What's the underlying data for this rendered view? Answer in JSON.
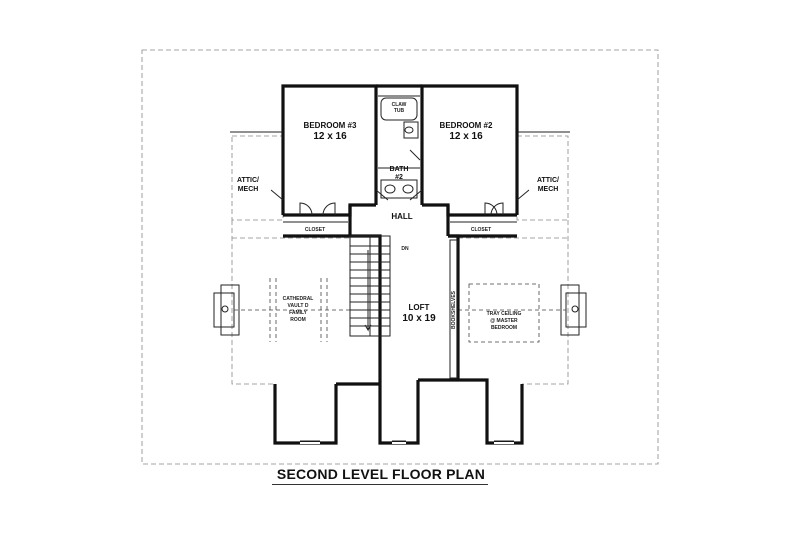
{
  "plan_title": "SECOND LEVEL FLOOR PLAN",
  "rooms": {
    "bedroom3": {
      "name": "BEDROOM #3",
      "size": "12 x 16"
    },
    "bedroom2": {
      "name": "BEDROOM #2",
      "size": "12 x 16"
    },
    "bath": {
      "name": "BATH",
      "number": "#2"
    },
    "loft": {
      "name": "LOFT",
      "size": "10 x 19"
    },
    "hall": {
      "name": "HALL"
    },
    "attic_left": {
      "line1": "ATTIC/",
      "line2": "MECH"
    },
    "attic_right": {
      "line1": "ATTIC/",
      "line2": "MECH"
    },
    "closet_left": "CLOSET",
    "closet_right": "CLOSET",
    "claw_tub": {
      "line1": "CLAW",
      "line2": "TUB"
    },
    "stair_dn": "DN",
    "bookshelves": "BOOKSHELVES",
    "family_vault": {
      "line1": "CATHEDRAL",
      "line2": "VAULT D",
      "line3": "FAMILY",
      "line4": "ROOM"
    },
    "master_tray": {
      "line1": "TRAY CEILING",
      "line2": "@ MASTER",
      "line3": "BEDROOM"
    }
  }
}
